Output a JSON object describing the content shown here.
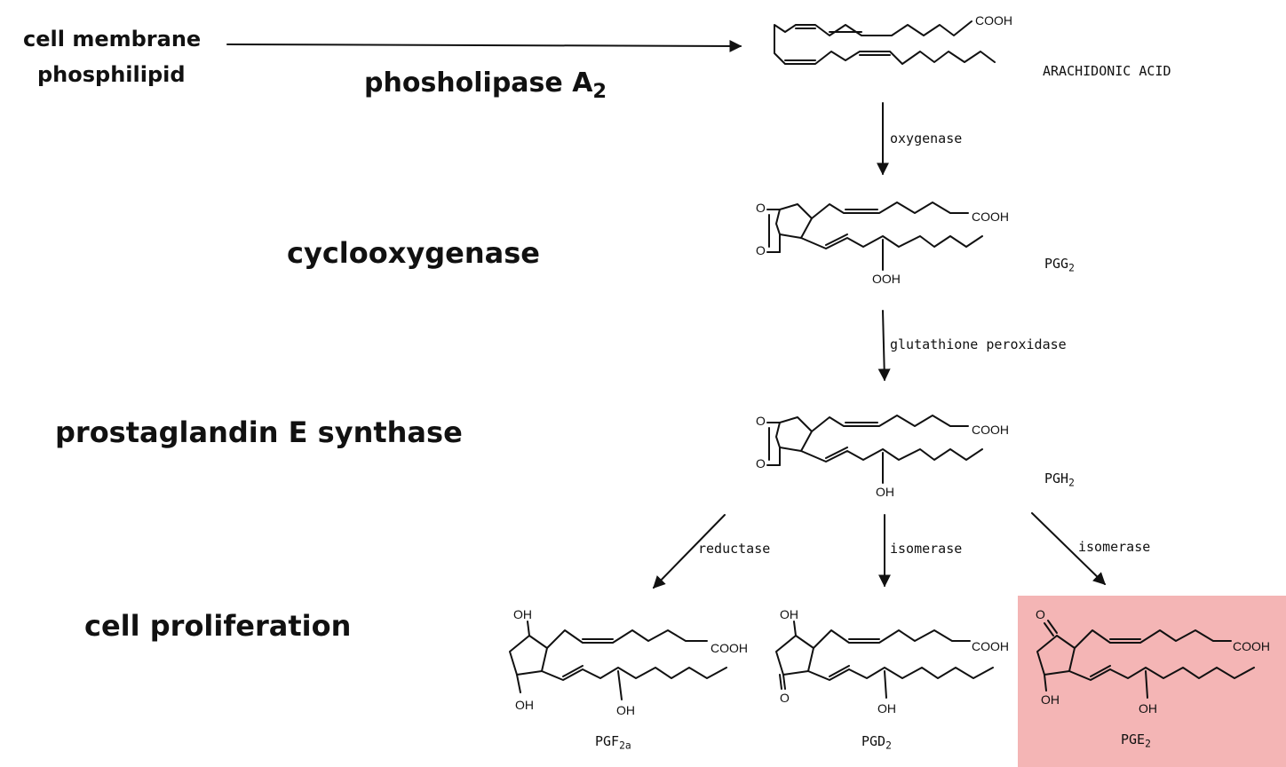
{
  "highlight_color": "#f4b5b5",
  "labels": {
    "cell_membrane_line1": "cell membrane",
    "cell_membrane_line2": "phosphilipid",
    "phospholipase": "phosholipase A",
    "phospholipase_sub": "2",
    "cyclooxygenase": "cyclooxygenase",
    "pge_synthase": "prostaglandin E synthase",
    "cell_proliferation": "cell proliferation"
  },
  "enzymes": {
    "oxygenase": "oxygenase",
    "glutathione": "glutathione peroxidase",
    "reductase": "reductase",
    "isomerase_d": "isomerase",
    "isomerase_e": "isomerase"
  },
  "compounds": {
    "arachidonic": "ARACHIDONIC ACID",
    "pgg2": "PGG",
    "pgh2": "PGH",
    "pgf2a": "PGF",
    "pgf2a_sub": "2a",
    "pgd2": "PGD",
    "pge2": "PGE",
    "sub2": "2"
  },
  "atoms": {
    "cooh": "COOH",
    "ooh": "OOH",
    "oh": "OH",
    "o": "O"
  }
}
